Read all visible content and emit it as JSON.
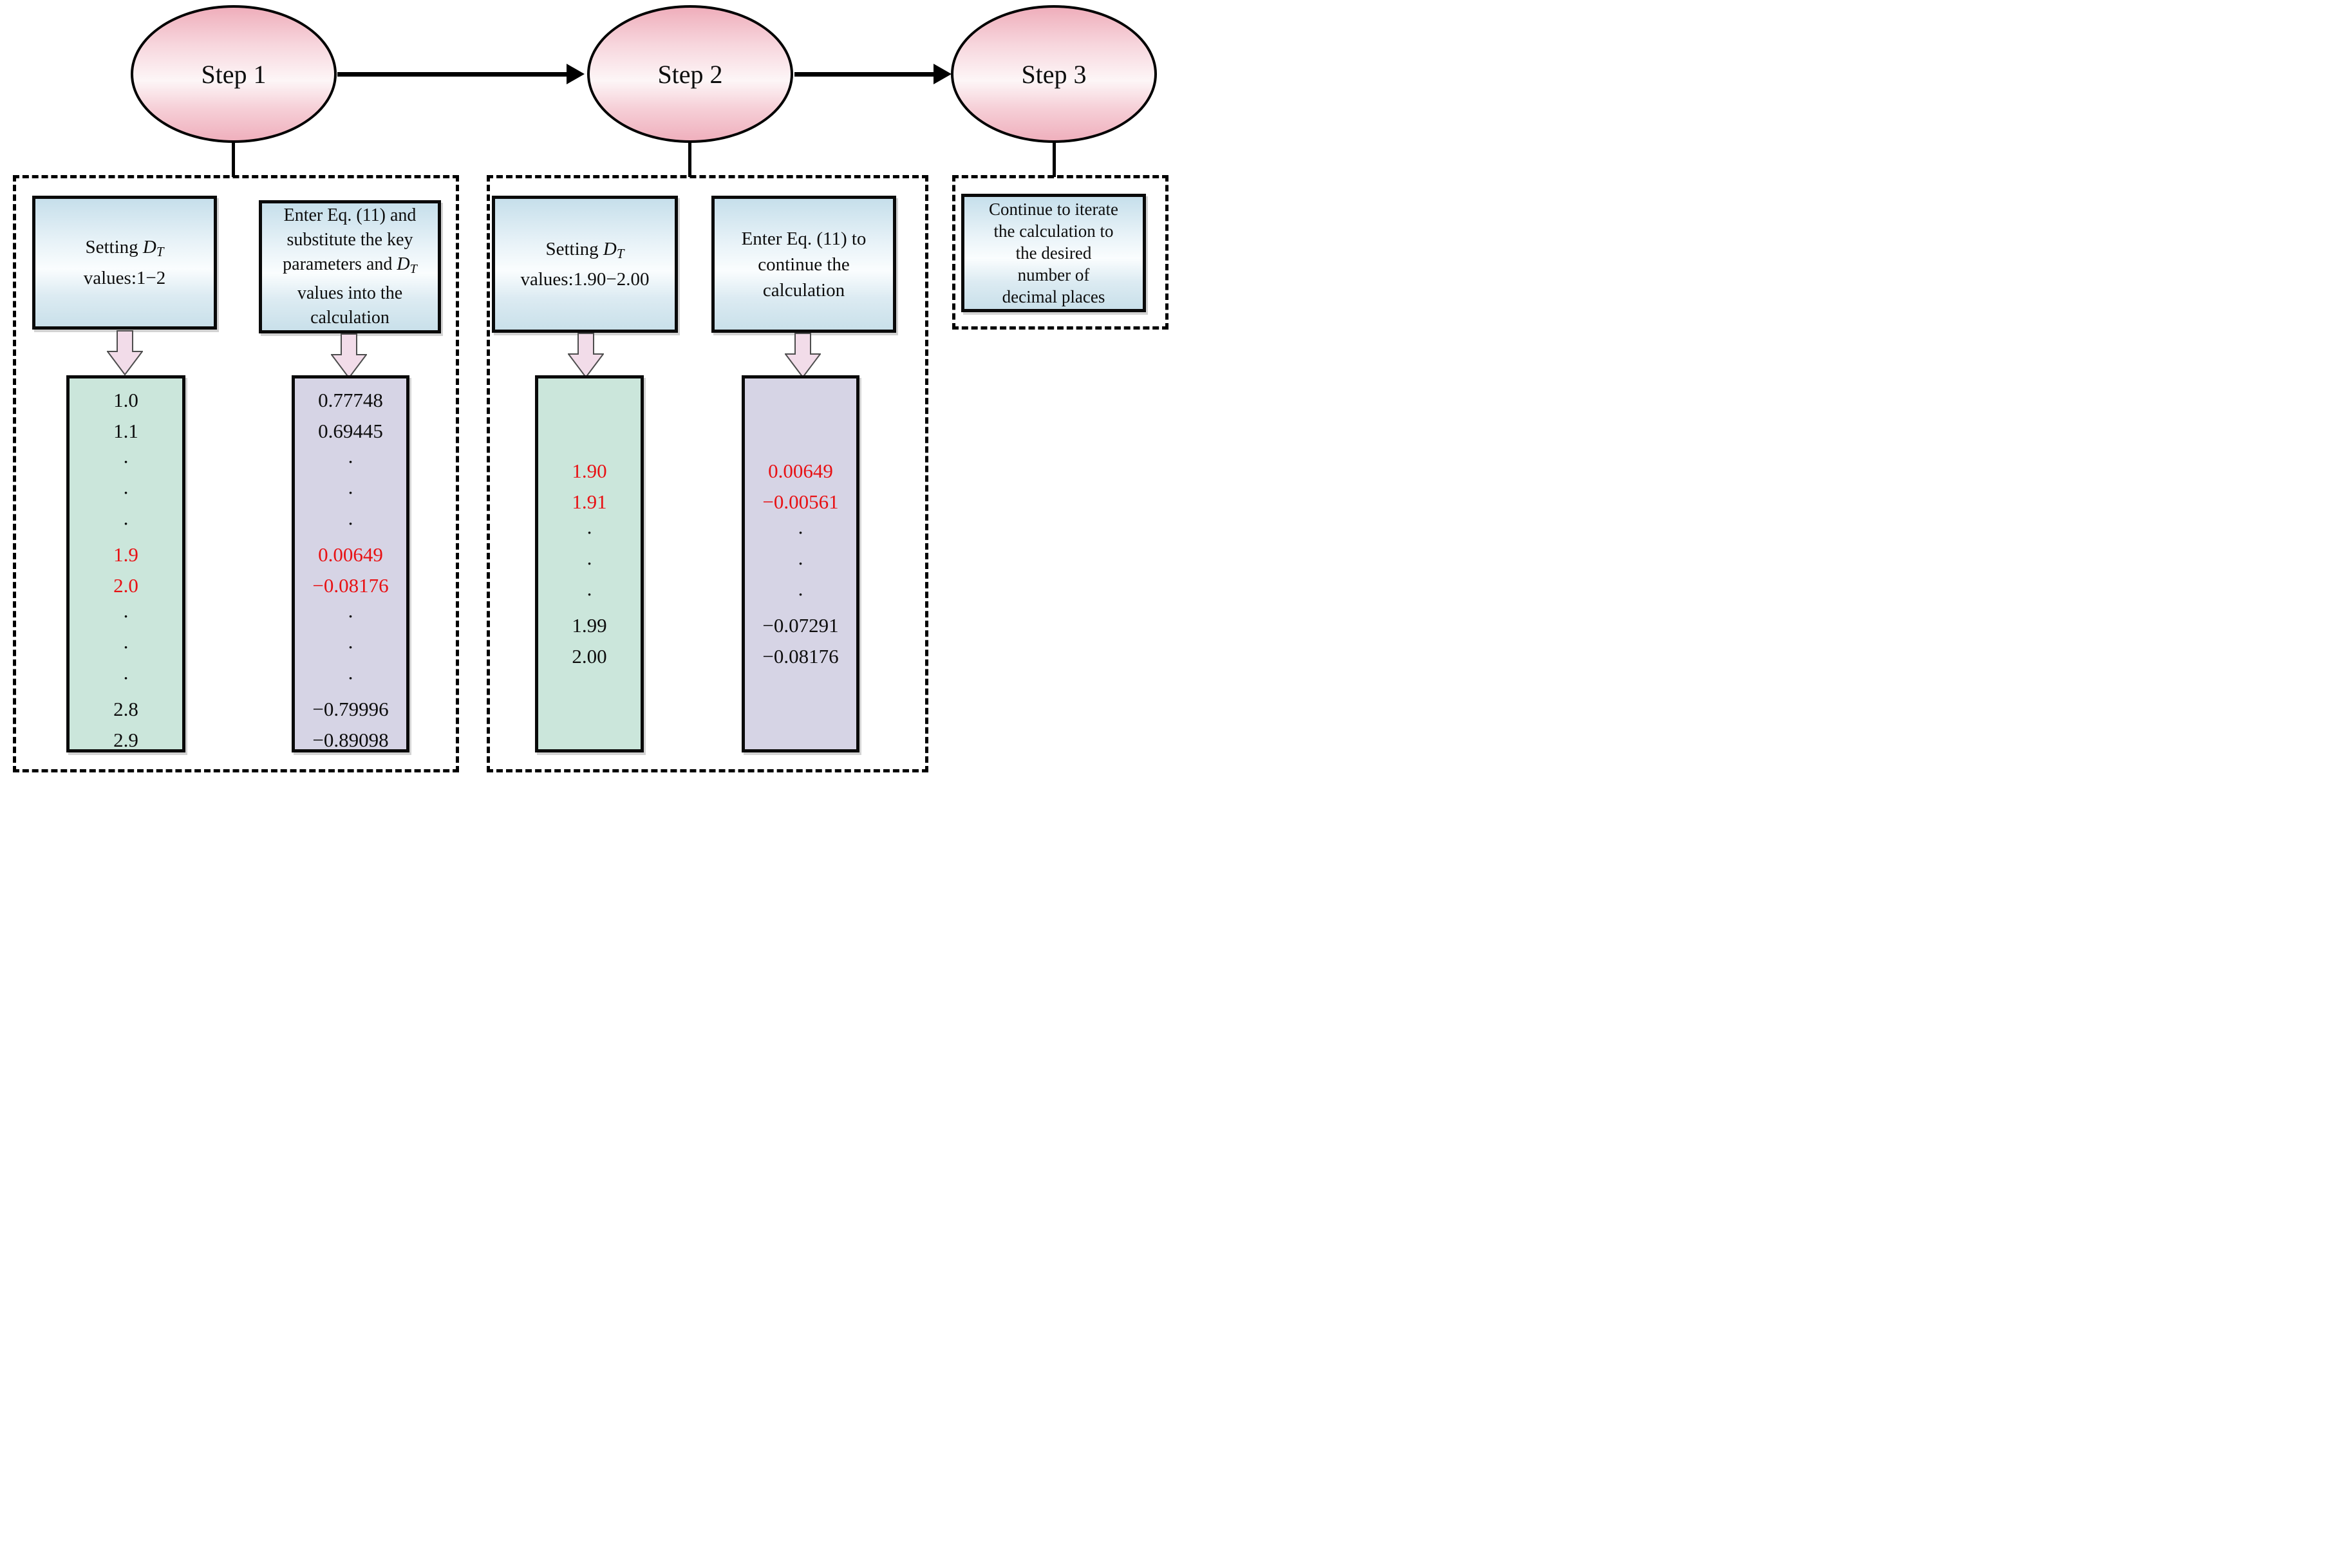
{
  "colors": {
    "red_value": "#e81114",
    "green_column": "#cbe6db",
    "purple_column": "#d6d4e5",
    "pink_arrow": "#f2dce9",
    "ellipse_pink": "#efaebb",
    "box_blue": "#c6dfeb"
  },
  "steps": {
    "step1": {
      "label": "Step 1"
    },
    "step2": {
      "label": "Step 2"
    },
    "step3": {
      "label": "Step 3"
    }
  },
  "panel1": {
    "box_setting": {
      "prefix": "Setting ",
      "var": "D",
      "var_sub": "T",
      "line2": "values:1−2"
    },
    "box_enter": {
      "line1": "Enter Eq. (11) and",
      "line2": "substitute the key",
      "line3_prefix": "parameters and ",
      "var": "D",
      "var_sub": "T",
      "line4": "values into the",
      "line5": "calculation"
    },
    "col_dt": {
      "rows": [
        {
          "t": "1.0",
          "red": false
        },
        {
          "t": "1.1",
          "red": false
        },
        {
          "t": "·",
          "red": false
        },
        {
          "t": "·",
          "red": false
        },
        {
          "t": "·",
          "red": false
        },
        {
          "t": "1.9",
          "red": true
        },
        {
          "t": "2.0",
          "red": true
        },
        {
          "t": "·",
          "red": false
        },
        {
          "t": "·",
          "red": false
        },
        {
          "t": "·",
          "red": false
        },
        {
          "t": "2.8",
          "red": false
        },
        {
          "t": "2.9",
          "red": false
        }
      ]
    },
    "col_res": {
      "rows": [
        {
          "t": "0.77748",
          "red": false
        },
        {
          "t": "0.69445",
          "red": false
        },
        {
          "t": "·",
          "red": false
        },
        {
          "t": "·",
          "red": false
        },
        {
          "t": "·",
          "red": false
        },
        {
          "t": "0.00649",
          "red": true
        },
        {
          "t": "−0.08176",
          "red": true
        },
        {
          "t": "·",
          "red": false
        },
        {
          "t": "·",
          "red": false
        },
        {
          "t": "·",
          "red": false
        },
        {
          "t": "−0.79996",
          "red": false
        },
        {
          "t": "−0.89098",
          "red": false
        }
      ]
    }
  },
  "panel2": {
    "box_setting": {
      "prefix": "Setting ",
      "var": "D",
      "var_sub": "T",
      "line2": "values:1.90−2.00"
    },
    "box_enter": {
      "line1": "Enter Eq. (11) to",
      "line2": "continue the",
      "line3": "calculation"
    },
    "col_dt": {
      "rows": [
        {
          "t": "1.90",
          "red": true
        },
        {
          "t": "1.91",
          "red": true
        },
        {
          "t": "·",
          "red": false
        },
        {
          "t": "·",
          "red": false
        },
        {
          "t": "·",
          "red": false
        },
        {
          "t": "1.99",
          "red": false
        },
        {
          "t": "2.00",
          "red": false
        }
      ]
    },
    "col_res": {
      "rows": [
        {
          "t": "0.00649",
          "red": true
        },
        {
          "t": "−0.00561",
          "red": true
        },
        {
          "t": "·",
          "red": false
        },
        {
          "t": "·",
          "red": false
        },
        {
          "t": "·",
          "red": false
        },
        {
          "t": "−0.07291",
          "red": false
        },
        {
          "t": "−0.08176",
          "red": false
        }
      ]
    }
  },
  "panel3": {
    "box": {
      "line1": "Continue to iterate",
      "line2": "the calculation to",
      "line3": "the desired",
      "line4": "number of",
      "line5": "decimal places"
    }
  }
}
